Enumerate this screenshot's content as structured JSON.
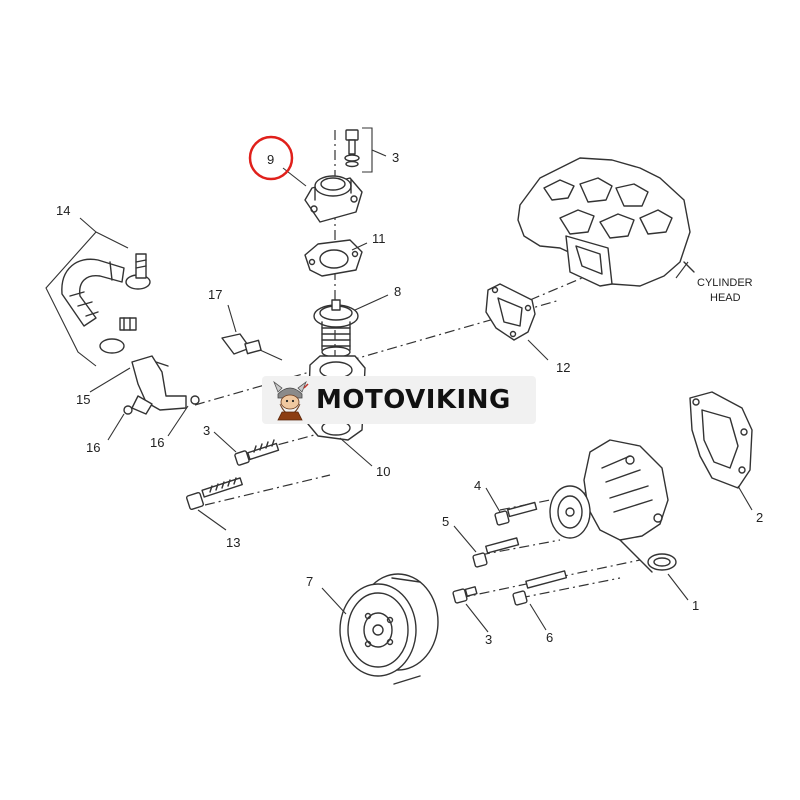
{
  "callouts": {
    "c1": "1",
    "c2": "2",
    "c3a": "3",
    "c3b": "3",
    "c3c": "3",
    "c4": "4",
    "c5": "5",
    "c6": "6",
    "c7": "7",
    "c8": "8",
    "c9": "9",
    "c10": "10",
    "c11": "11",
    "c12": "12",
    "c13": "13",
    "c14": "14",
    "c15": "15",
    "c16a": "16",
    "c16b": "16",
    "c17": "17"
  },
  "cylinder_head": {
    "line1": "CYLINDER",
    "line2": "HEAD"
  },
  "highlight": {
    "callout": "9",
    "color": "#e0201b"
  },
  "watermark": {
    "text": "MOTOVIKING",
    "logo": "viking-logo"
  }
}
